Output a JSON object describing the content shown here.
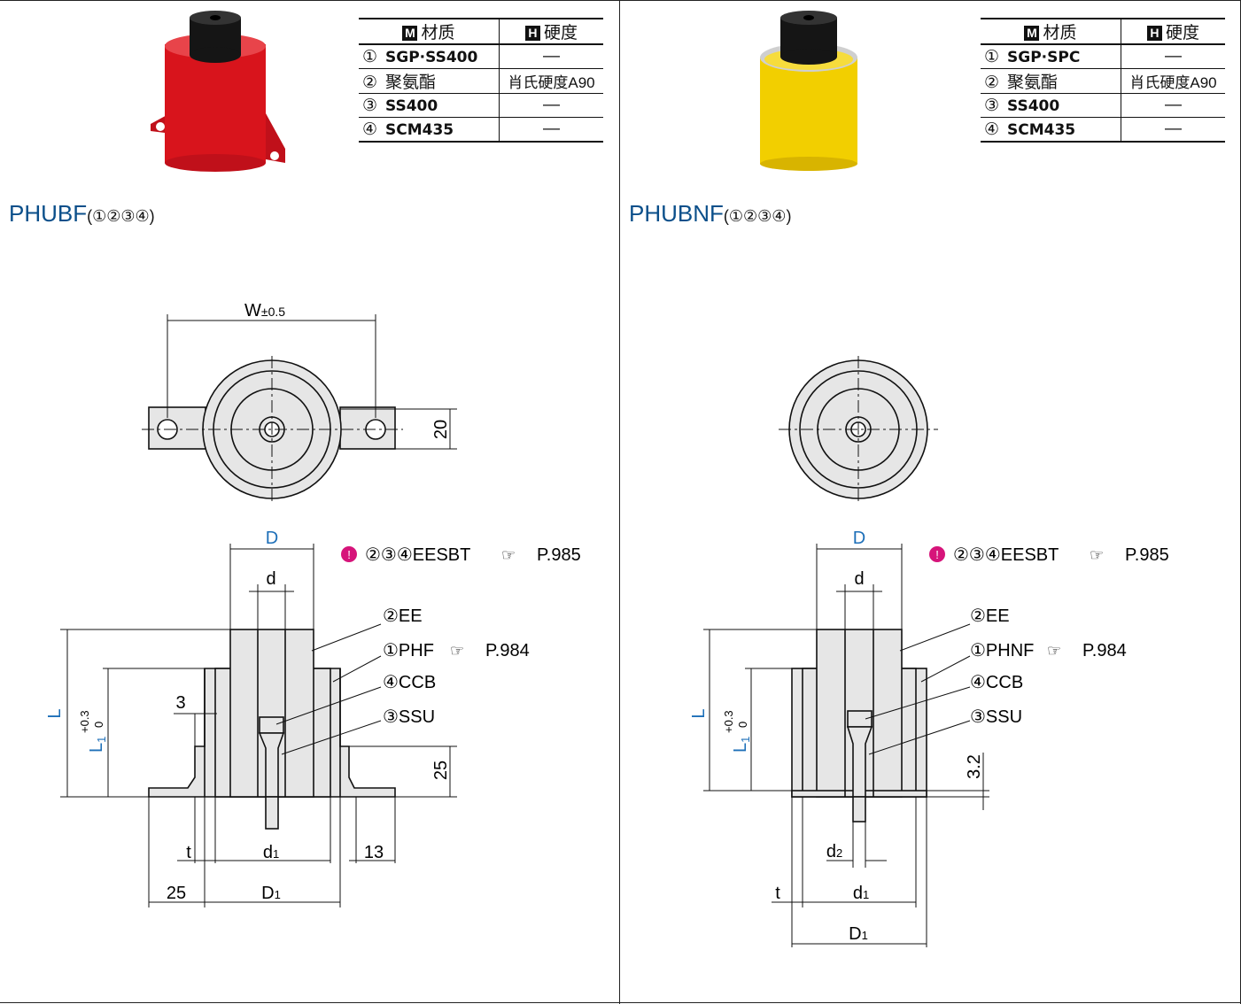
{
  "left": {
    "table": {
      "header_material_tag": "M",
      "header_material": "材质",
      "header_hardness_tag": "H",
      "header_hardness": "硬度",
      "rows": [
        {
          "no": "①",
          "material": "SGP·SS400",
          "hardness": "—"
        },
        {
          "no": "②",
          "material": "聚氨酯",
          "hardness": "肖氏硬度A90"
        },
        {
          "no": "③",
          "material": "SS400",
          "hardness": "—"
        },
        {
          "no": "④",
          "material": "SCM435",
          "hardness": "—"
        }
      ]
    },
    "series_code": "PHUBF",
    "series_parts": "(①②③④)",
    "product_color": "#d8141c",
    "dims": {
      "W": "W",
      "W_tol": "±0.5",
      "height_20": "20",
      "D": "D",
      "d": "d",
      "L": "L",
      "L1": "L",
      "L1_sub": "1",
      "L1_tol_upper": "+0.3",
      "L1_tol_lower": "0",
      "three": "3",
      "t25": "25",
      "t": "t",
      "d1": "d",
      "d1_sub": "1",
      "thirteen": "13",
      "b25": "25",
      "D1": "D",
      "D1_sub": "1"
    },
    "callouts": {
      "ee": "②EE",
      "phf": "①PHF",
      "phf_ref": "P.984",
      "ccb": "④CCB",
      "ssu": "③SSU",
      "note": "②③④EESBT",
      "note_ref": "P.985"
    }
  },
  "right": {
    "table": {
      "header_material_tag": "M",
      "header_material": "材质",
      "header_hardness_tag": "H",
      "header_hardness": "硬度",
      "rows": [
        {
          "no": "①",
          "material": "SGP·SPC",
          "hardness": "—"
        },
        {
          "no": "②",
          "material": "聚氨酯",
          "hardness": "肖氏硬度A90"
        },
        {
          "no": "③",
          "material": "SS400",
          "hardness": "—"
        },
        {
          "no": "④",
          "material": "SCM435",
          "hardness": "—"
        }
      ]
    },
    "series_code": "PHUBNF",
    "series_parts": "(①②③④)",
    "product_color": "#f2cf00",
    "dims": {
      "D": "D",
      "d": "d",
      "L": "L",
      "L1": "L",
      "L1_sub": "1",
      "L1_tol_upper": "+0.3",
      "L1_tol_lower": "0",
      "h32": "3.2",
      "d2": "d",
      "d2_sub": "2",
      "t": "t",
      "d1": "d",
      "d1_sub": "1",
      "D1": "D",
      "D1_sub": "1"
    },
    "callouts": {
      "ee": "②EE",
      "phnf": "①PHNF",
      "phnf_ref": "P.984",
      "ccb": "④CCB",
      "ssu": "③SSU",
      "note": "②③④EESBT",
      "note_ref": "P.985"
    }
  },
  "colors": {
    "dim_blue": "#1d6fb8",
    "series_blue": "#0b4f8a",
    "note_magenta": "#d6147a",
    "part_fill": "#e6e6e6"
  }
}
